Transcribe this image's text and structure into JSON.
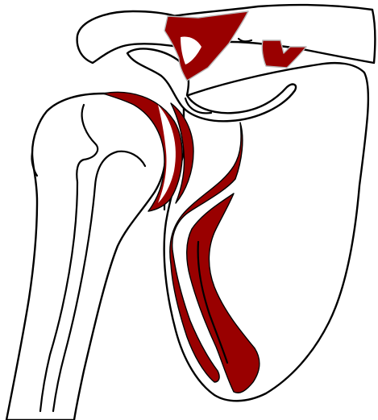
{
  "figure": {
    "subject": "shoulder-joint-anterior-view",
    "colors": {
      "background": "#ffffff",
      "outline": "#000000",
      "highlight": "#990000",
      "ligament_edge": "#b9b9b9"
    },
    "highlighted_structures": [
      "coracoclavicular-ligament",
      "coracoacromial-ligament",
      "humeral-head-articular-cartilage",
      "glenoid-cartilage-rim",
      "scapular-subscapular-fossa-region"
    ]
  }
}
